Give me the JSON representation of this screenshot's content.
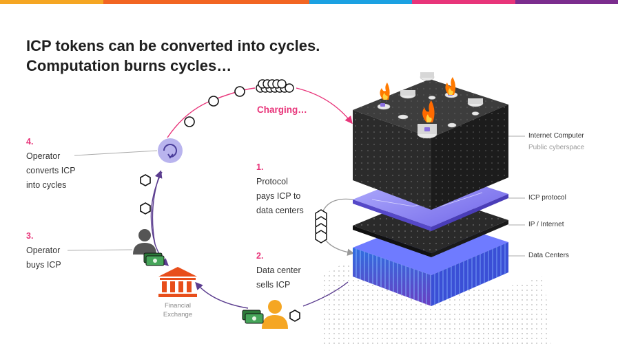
{
  "colors": {
    "bar": [
      "#f5a623",
      "#f26522",
      "#f26522",
      "#1ba1e2",
      "#e8357a",
      "#7b2d8e"
    ],
    "pink": "#e8357a",
    "purple": "#5b3d8f",
    "accent": "#e84e1b"
  },
  "title": {
    "line1": "ICP tokens can be converted into cycles.",
    "line2": "Computation burns cycles…"
  },
  "charging": "Charging…",
  "step4": {
    "num": "4.",
    "lines": [
      "Operator",
      "converts ICP",
      "into cycles"
    ]
  },
  "step3": {
    "num": "3.",
    "lines": [
      "Operator",
      "buys ICP"
    ]
  },
  "step1": {
    "num": "1.",
    "lines": [
      "Protocol",
      "pays ICP to",
      "data centers"
    ]
  },
  "step2": {
    "num": "2.",
    "lines": [
      "Data center",
      "sells ICP"
    ]
  },
  "exchange": {
    "line1": "Financial",
    "line2": "Exchange"
  },
  "layers": {
    "ic": "Internet Computer",
    "ic_sub": "Public cyberspace",
    "protocol": "ICP protocol",
    "ip": "IP / Internet",
    "dc": "Data Centers"
  },
  "icons": [
    "hexagon-icon",
    "coin-icon",
    "cycles-icon",
    "person-icon",
    "cash-icon",
    "bank-icon",
    "fire-icon"
  ]
}
